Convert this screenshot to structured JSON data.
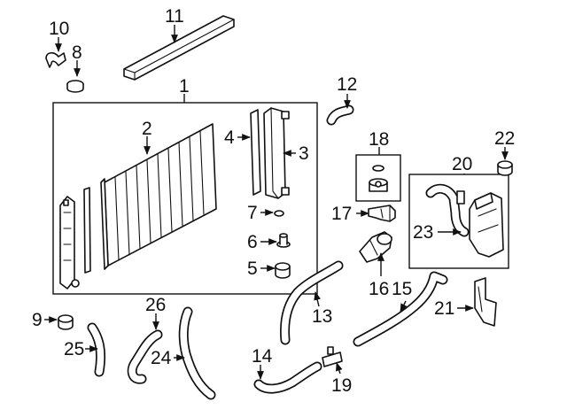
{
  "callouts": {
    "n1": "1",
    "n2": "2",
    "n3": "3",
    "n4": "4",
    "n5": "5",
    "n6": "6",
    "n7": "7",
    "n8": "8",
    "n9": "9",
    "n10": "10",
    "n11": "11",
    "n12": "12",
    "n13": "13",
    "n14": "14",
    "n15": "15",
    "n16": "16",
    "n17": "17",
    "n18": "18",
    "n19": "19",
    "n20": "20",
    "n21": "21",
    "n22": "22",
    "n23": "23",
    "n24": "24",
    "n25": "25",
    "n26": "26"
  },
  "colors": {
    "line": "#111111",
    "background": "#ffffff"
  }
}
